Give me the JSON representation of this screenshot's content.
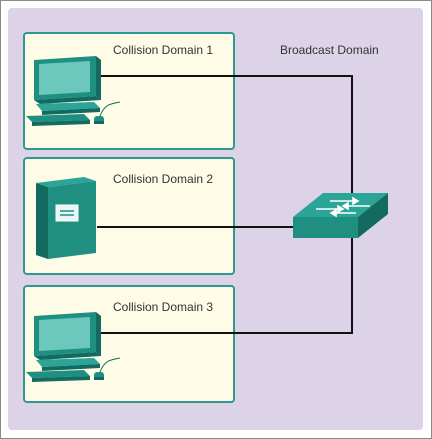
{
  "diagram": {
    "broadcast_domain_label": "Broadcast Domain",
    "collision_domains": [
      {
        "label": "Collision Domain 1",
        "device": "desktop-computer"
      },
      {
        "label": "Collision Domain 2",
        "device": "server"
      },
      {
        "label": "Collision Domain 3",
        "device": "desktop-computer"
      }
    ],
    "central_device": "switch",
    "colors": {
      "broadcast_area": "#ddd3e8",
      "domain_box_fill": "#fefbe6",
      "domain_box_border": "#2e9a8e",
      "device_teal": "#1f8f82",
      "cable": "#111111"
    }
  }
}
